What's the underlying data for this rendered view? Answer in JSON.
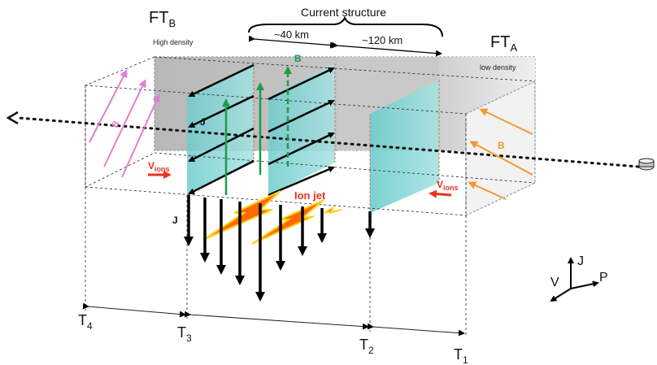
{
  "labels": {
    "ft_b_main": "FT",
    "ft_b_sub": "B",
    "ft_b_density": "High density",
    "ft_a_main": "FT",
    "ft_a_sub": "A",
    "ft_a_density": "low density",
    "current_structure": "Current structure",
    "width_40": "~40 km",
    "width_120": "~120 km",
    "b_left": "B",
    "b_center": "B",
    "b_right": "B",
    "j_top": "J",
    "j_bottom": "J",
    "v_ions_left_main": "V",
    "v_ions_left_sub": "ions",
    "v_ions_right_main": "V",
    "v_ions_right_sub": "ions",
    "ion_jet": "Ion jet",
    "t4_main": "T",
    "t4_sub": "4",
    "t3_main": "T",
    "t3_sub": "3",
    "t2_main": "T",
    "t2_sub": "2",
    "t1_main": "T",
    "t1_sub": "1",
    "axis_v": "V",
    "axis_j": "J",
    "axis_p": "P"
  },
  "icons": {
    "spacecraft": "spacecraft-icon"
  },
  "colors": {
    "pink_field": "#e27fce",
    "green_field": "#1e9a4c",
    "orange_field": "#f39a2c",
    "red_flow": "#e8321e",
    "cyan_sheet": "#86d6d6",
    "grey_region": "#bdbdbd",
    "jet_orange": "#ff6a00",
    "jet_yellow": "#ffd21a"
  }
}
